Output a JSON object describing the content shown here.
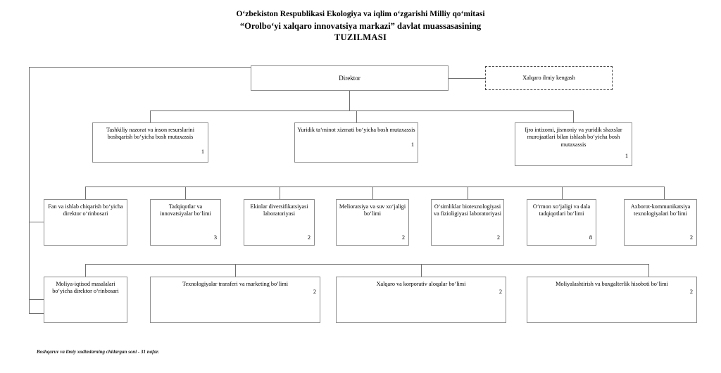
{
  "title": {
    "line1": "O‘zbekiston Respublikasi Ekologiya va iqlim o‘zgarishi Milliy qo‘mitasi",
    "line2": "“Orolbo‘yi xalqaro innovatsiya markazi” davlat muassasasining",
    "line3": "TUZILMASI"
  },
  "colors": {
    "box_border": "#8d8d8d",
    "dashed_border": "#4a4a4a",
    "connector": "#6f6f6f",
    "text": "#000000",
    "background": "#ffffff"
  },
  "root": {
    "label": "Direktor",
    "count": ""
  },
  "advisory": {
    "label": "Xalqaro ilmiy kengash",
    "count": "",
    "style": "dashed"
  },
  "row2": [
    {
      "label": "Tashkiliy nazorat va inson resurslarini boshqarish bo‘yicha bosh mutaxassis",
      "count": "1"
    },
    {
      "label": "Yuridik ta‘minot xizmati bo‘yicha bosh mutaxassis",
      "count": "1"
    },
    {
      "label": "Ijro intizomi, jismoniy va yuridik shaxslar murojaatlari bilan ishlash bo‘yicha bosh mutaxassis",
      "count": "1"
    }
  ],
  "row3": [
    {
      "label": "Fan va ishlab chiqarish bo‘yicha direktor o‘rinbosari",
      "count": ""
    },
    {
      "label": "Tadqiqotlar va innovatsiyalar bo‘limi",
      "count": "3"
    },
    {
      "label": "Ekinlar diversifikatsiyasi laboratoriyasi",
      "count": "2"
    },
    {
      "label": "Melioratsiya va suv xo‘jaligi bo‘limi",
      "count": "2"
    },
    {
      "label": "O‘simliklar biotexnologiyasi va fizioligiyasi laboratoriyasi",
      "count": "2"
    },
    {
      "label": "O‘rmon xo‘jaligi va dala tadqiqotlari bo‘limi",
      "count": "8"
    },
    {
      "label": "Axborot-kommunikatsiya texnologiyalari bo‘limi",
      "count": "2"
    }
  ],
  "row4": [
    {
      "label": "Moliya-iqtisod masalalari bo‘yicha direktor o‘rinbosari",
      "count": ""
    },
    {
      "label": "Texnologiyalar transferi va marketing bo‘limi",
      "count": "2"
    },
    {
      "label": "Xalqaro va korporativ aloqalar bo‘limi",
      "count": "2"
    },
    {
      "label": "Moliyalashtirish va buxgalterlik hisoboti bo‘limi",
      "count": "2"
    }
  ],
  "footnote": "Boshqaruv va ilmiy xodimlarning chidargan soni - 31 nafar."
}
